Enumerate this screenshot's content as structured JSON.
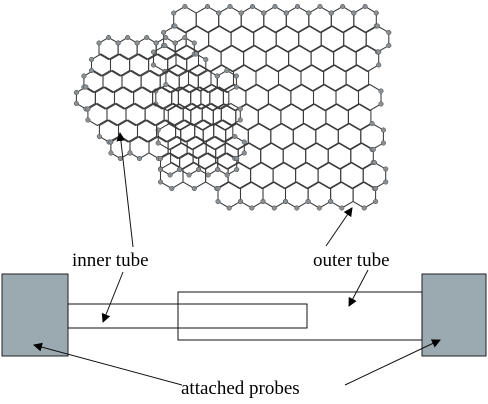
{
  "diagram": {
    "labels": {
      "inner_tube": "inner tube",
      "outer_tube": "outer tube",
      "attached_probes": "attached probes"
    },
    "colors": {
      "probe_fill": "#9aaab0",
      "lattice": "#3a3a3a",
      "atom": "#8a8f93",
      "line": "#111111"
    }
  }
}
